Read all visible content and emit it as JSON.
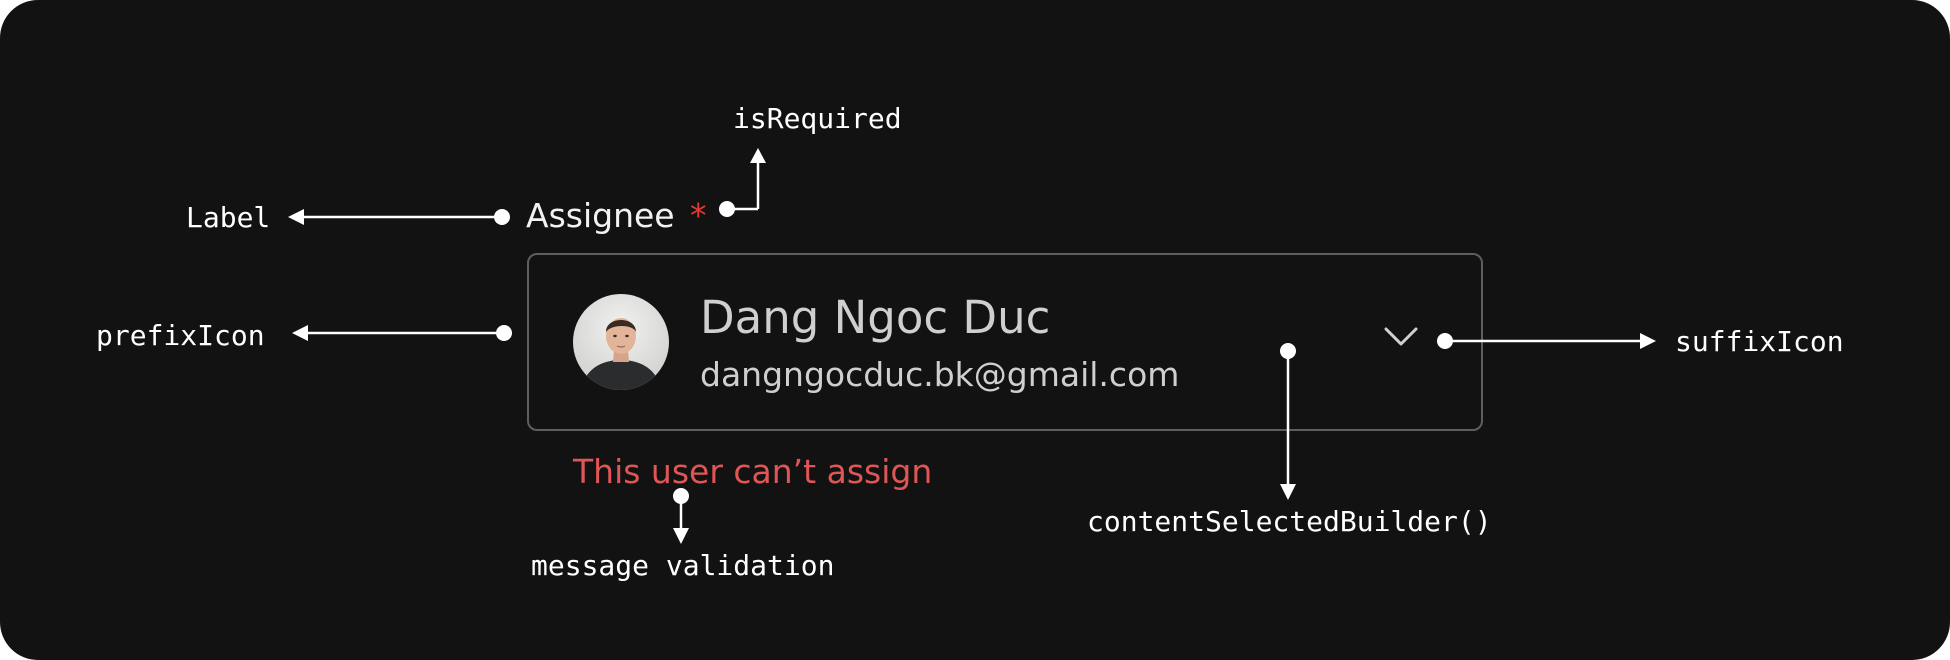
{
  "colors": {
    "background": "#121212",
    "text": "#ffffff",
    "required": "#e53935",
    "error": "#e05656",
    "border": "#5e5e5e",
    "content": "#cfcfcf"
  },
  "field": {
    "label": "Assignee",
    "required_mark": "*",
    "selected_name": "Dang Ngoc Duc",
    "selected_email": "dangngocduc.bk@gmail.com",
    "validation_message": "This user can’t assign",
    "prefix_icon": "avatar-photo",
    "suffix_icon": "chevron-down-icon"
  },
  "annotations": {
    "is_required": "isRequired",
    "label": "Label",
    "prefix_icon": "prefixIcon",
    "suffix_icon": "suffixIcon",
    "content_builder": "contentSelectedBuilder()",
    "message_validation": "message validation"
  }
}
